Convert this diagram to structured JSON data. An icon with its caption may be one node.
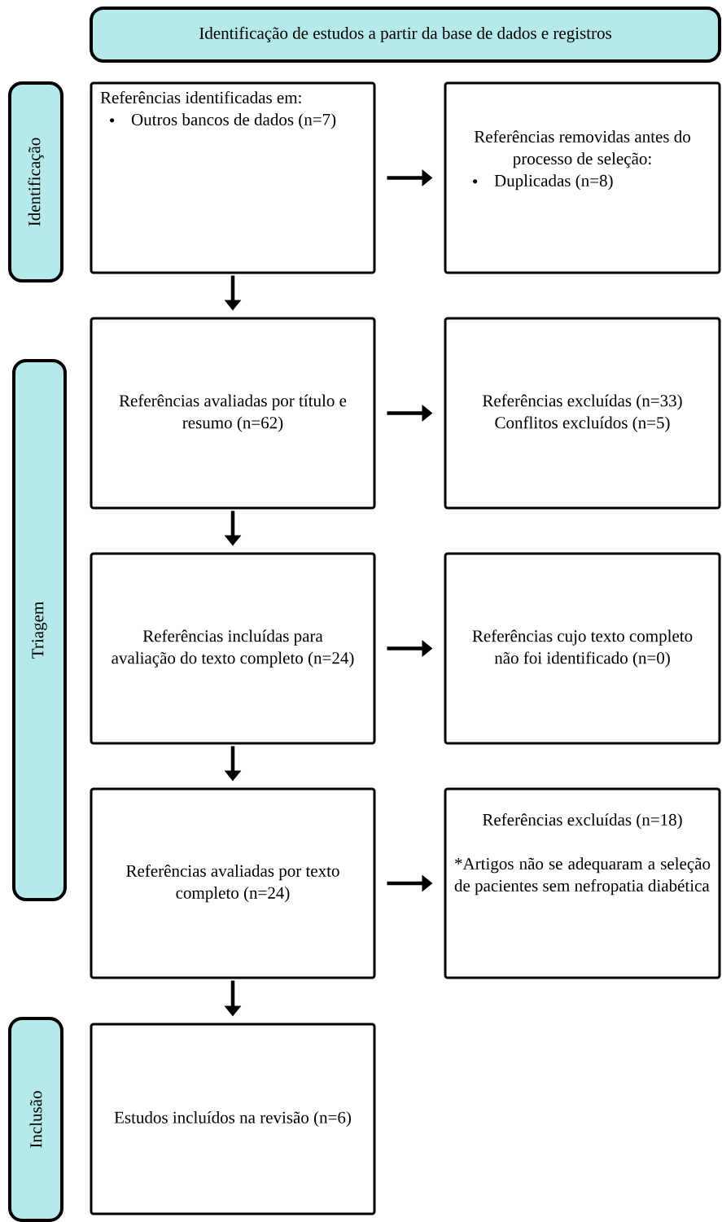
{
  "diagram": {
    "nodes": [
      {
        "text": [
          "Identificação de estudos a partir da base de dados e registros"
        ]
      },
      {
        "text": [
          "Identificação"
        ]
      },
      {
        "text": [
          "Referências identificadas em:",
          "Outros bancos de dados (n=7)"
        ]
      },
      {
        "text": [
          "Referências removidas antes do processo de seleção:",
          "Duplicadas (n=8)"
        ]
      },
      {
        "text": [
          "Triagem"
        ]
      },
      {
        "text": [
          "Referências avaliadas por título e resumo (n=62)"
        ]
      },
      {
        "text": [
          "Referências excluídas (n=33)",
          "Conflitos excluídos (n=5)"
        ]
      },
      {
        "text": [
          "Referências incluídas para avaliação do texto completo (n=24)"
        ]
      },
      {
        "text": [
          "Referências cujo texto completo não foi identificado (n=0)"
        ]
      },
      {
        "text": [
          "Referências avaliadas por texto completo (n=24)"
        ]
      },
      {
        "text": [
          "Referências excluídas (n=18)",
          "*Artigos não se adequaram a seleção de pacientes sem nefropatia diabética"
        ]
      },
      {
        "text": [
          "Inclusão"
        ]
      },
      {
        "text": [
          "Estudos incluídos na revisão (n=6)"
        ]
      }
    ],
    "edges": [
      {
        "from": 2,
        "to": 3,
        "arrow": "to"
      },
      {
        "from": 2,
        "to": 5,
        "arrow": "to"
      },
      {
        "from": 5,
        "to": 6,
        "arrow": "to"
      },
      {
        "from": 5,
        "to": 7,
        "arrow": "to"
      },
      {
        "from": 7,
        "to": 8,
        "arrow": "to"
      },
      {
        "from": 7,
        "to": 9,
        "arrow": "to"
      },
      {
        "from": 9,
        "to": 10,
        "arrow": "to"
      },
      {
        "from": 9,
        "to": 12,
        "arrow": "to"
      }
    ]
  }
}
